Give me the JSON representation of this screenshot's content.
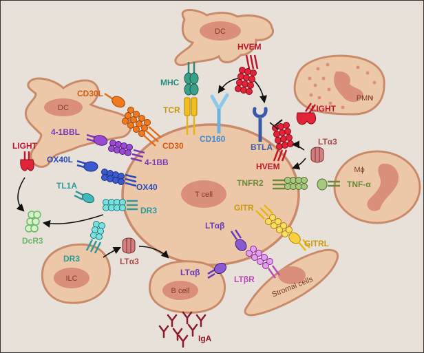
{
  "colors": {
    "background": "#e8e1da",
    "cell_fill": "#ecc8a8",
    "cell_stroke": "#c98a6a",
    "nucleus": "#d98f7a",
    "text_dark": "#8b2b1a"
  },
  "cells": {
    "dc_top": "DC",
    "dc_left": "DC",
    "pmn": "PMN",
    "t_cell": "T cell",
    "macrophage": "Mϕ",
    "ilc": "ILC",
    "b_cell": "B cell",
    "stromal": "Stromal cells"
  },
  "molecules": {
    "hvem_top": {
      "label": "HVEM",
      "color": "#c0142a"
    },
    "mhc": {
      "label": "MHC",
      "color": "#2a8a7a"
    },
    "tcr": {
      "label": "TCR",
      "color": "#e8b60a"
    },
    "cd160": {
      "label": "CD160",
      "color": "#3a8ad0"
    },
    "btla": {
      "label": "BTLA",
      "color": "#3a5aa8"
    },
    "light_pmn": {
      "label": "LIGHT",
      "color": "#c0142a"
    },
    "cd30l": {
      "label": "CD30L",
      "color": "#e86a10"
    },
    "cd30": {
      "label": "CD30",
      "color": "#e86a10"
    },
    "hvem_t": {
      "label": "HVEM",
      "color": "#c0142a"
    },
    "lta3_top": {
      "label": "LTα3",
      "color": "#a84a4a"
    },
    "bbl": {
      "label": "4-1BBL",
      "color": "#7a3ab8"
    },
    "bb": {
      "label": "4-1BB",
      "color": "#7a3ab8"
    },
    "light_left": {
      "label": "LIGHT",
      "color": "#c0142a"
    },
    "ox40l": {
      "label": "OX40L",
      "color": "#2a4ab8"
    },
    "ox40": {
      "label": "OX40",
      "color": "#2a4ab8"
    },
    "tnfr2": {
      "label": "TNFR2",
      "color": "#6a8a3a"
    },
    "tnfa": {
      "label": "TNF-α",
      "color": "#6a8a3a"
    },
    "tl1a": {
      "label": "TL1A",
      "color": "#2a9a9a"
    },
    "dr3_t": {
      "label": "DR3",
      "color": "#2a9a9a"
    },
    "dcr3": {
      "label": "DcR3",
      "color": "#6ab86a"
    },
    "gitr": {
      "label": "GITR",
      "color": "#e8b60a"
    },
    "gitrl": {
      "label": "GITRL",
      "color": "#e8b60a"
    },
    "ltab_t": {
      "label": "LTαβ",
      "color": "#6a3ab8"
    },
    "dr3_ilc": {
      "label": "DR3",
      "color": "#2a9a9a"
    },
    "lta3_ilc": {
      "label": "LTα3",
      "color": "#a84a4a"
    },
    "ltab_b": {
      "label": "LTαβ",
      "color": "#6a3ab8"
    },
    "ltbr": {
      "label": "LTβR",
      "color": "#b84ab8"
    },
    "iga": {
      "label": "IgA",
      "color": "#8b1a2a"
    }
  }
}
